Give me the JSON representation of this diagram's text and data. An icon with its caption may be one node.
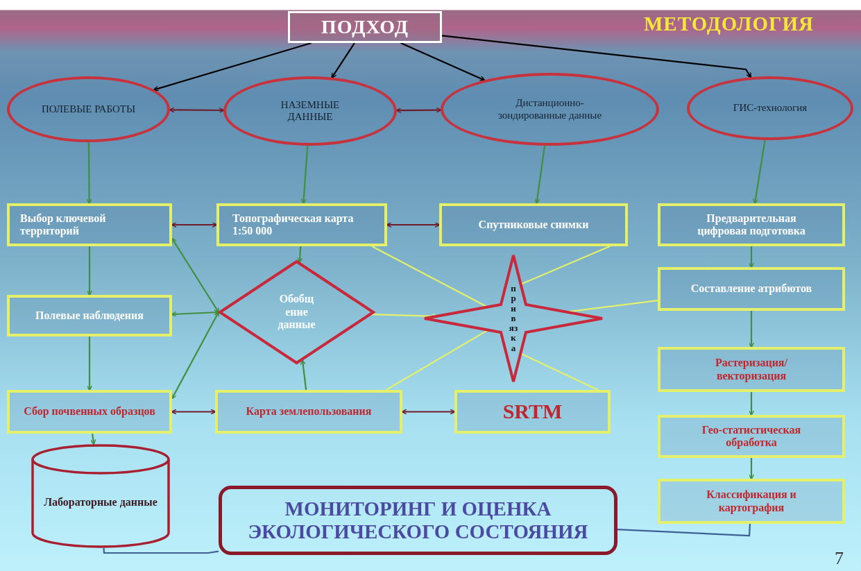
{
  "diagram": {
    "title": "МЕТОДОЛОГИЯ",
    "nodes": [
      {
        "text": [
          "ПОДХОД"
        ]
      },
      {
        "text": [
          "ПОЛЕВЫЕ РАБОТЫ"
        ]
      },
      {
        "text": [
          "НАЗЕМНЫЕ ДАННЫЕ"
        ]
      },
      {
        "text": [
          "Дистанционно-зондированные данные"
        ]
      },
      {
        "text": [
          "ГИС-технология"
        ]
      },
      {
        "text": [
          "Выбор ключевой территорий"
        ]
      },
      {
        "text": [
          "Топографическая карта 1:50 000"
        ]
      },
      {
        "text": [
          "Спутниковые снимки"
        ]
      },
      {
        "text": [
          "Предварительная цифровая подготовка"
        ]
      },
      {
        "text": [
          "Полевые наблюдения"
        ]
      },
      {
        "text": [
          "Обобщ ение данные"
        ]
      },
      {
        "text": [
          "привязка"
        ]
      },
      {
        "text": [
          "Составление атрибютов"
        ]
      },
      {
        "text": [
          "Сбор почвенных образцов"
        ]
      },
      {
        "text": [
          "Карта землепользования"
        ]
      },
      {
        "text": [
          "SRTM"
        ]
      },
      {
        "text": [
          "Растеризация/векторизация"
        ]
      },
      {
        "text": [
          "Гео-статистическая обработка"
        ]
      },
      {
        "text": [
          "Классификация и картография"
        ]
      },
      {
        "text": [
          "Лабораторные данные"
        ]
      },
      {
        "text": [
          "МОНИТОРИНГ И ОЦЕНКА ЭКОЛОГИЧЕСКОГО СОСТОЯНИЯ"
        ]
      }
    ],
    "edges": [
      {
        "from": 0,
        "to": 1,
        "arrow": "to",
        "color": "#000000"
      },
      {
        "from": 0,
        "to": 2,
        "arrow": "to",
        "color": "#000000"
      },
      {
        "from": 0,
        "to": 3,
        "arrow": "to",
        "color": "#000000"
      },
      {
        "from": 0,
        "to": 4,
        "arrow": "to",
        "color": "#000000"
      },
      {
        "from": 1,
        "to": 2,
        "arrow": "both",
        "color": "#6e1c2c"
      },
      {
        "from": 2,
        "to": 3,
        "arrow": "both",
        "color": "#6e1c2c"
      },
      {
        "from": 1,
        "to": 5,
        "arrow": "to"
      },
      {
        "from": 2,
        "to": 6,
        "arrow": "to"
      },
      {
        "from": 3,
        "to": 7,
        "arrow": "to"
      },
      {
        "from": 4,
        "to": 8,
        "arrow": "to"
      },
      {
        "from": 5,
        "to": 6,
        "arrow": "both",
        "color": "#6e1c2c"
      },
      {
        "from": 6,
        "to": 7,
        "arrow": "both",
        "color": "#6e1c2c"
      },
      {
        "from": 5,
        "to": 9,
        "arrow": "to"
      },
      {
        "from": 9,
        "to": 13,
        "arrow": "to"
      },
      {
        "from": 13,
        "to": 19,
        "arrow": "to"
      },
      {
        "from": 6,
        "to": 10,
        "arrow": "to"
      },
      {
        "from": 10,
        "to": 5,
        "arrow": "both"
      },
      {
        "from": 10,
        "to": 9,
        "arrow": "both"
      },
      {
        "from": 10,
        "to": 13,
        "arrow": "both"
      },
      {
        "from": 14,
        "to": 10,
        "arrow": "to"
      },
      {
        "from": 13,
        "to": 14,
        "arrow": "both",
        "color": "#6e1c2c"
      },
      {
        "from": 14,
        "to": 15,
        "arrow": "both",
        "color": "#6e1c2c"
      },
      {
        "from": 10,
        "to": 11,
        "arrow": "to",
        "color": "#e4f06a"
      },
      {
        "from": 6,
        "to": 11,
        "arrow": "none",
        "color": "#e4f06a"
      },
      {
        "from": 7,
        "to": 11,
        "arrow": "none",
        "color": "#e4f06a"
      },
      {
        "from": 14,
        "to": 11,
        "arrow": "none",
        "color": "#e4f06a"
      },
      {
        "from": 15,
        "to": 11,
        "arrow": "none",
        "color": "#e4f06a"
      },
      {
        "from": 12,
        "to": 11,
        "arrow": "none",
        "color": "#e4f06a"
      },
      {
        "from": 8,
        "to": 12,
        "arrow": "to"
      },
      {
        "from": 12,
        "to": 16,
        "arrow": "to"
      },
      {
        "from": 16,
        "to": 17,
        "arrow": "to"
      },
      {
        "from": 17,
        "to": 18,
        "arrow": "to"
      },
      {
        "from": 19,
        "to": 20,
        "arrow": "none",
        "color": "#3d5f96"
      },
      {
        "from": 20,
        "to": 18,
        "arrow": "none",
        "color": "#3d5f96"
      }
    ],
    "labels": [
      "7"
    ]
  }
}
